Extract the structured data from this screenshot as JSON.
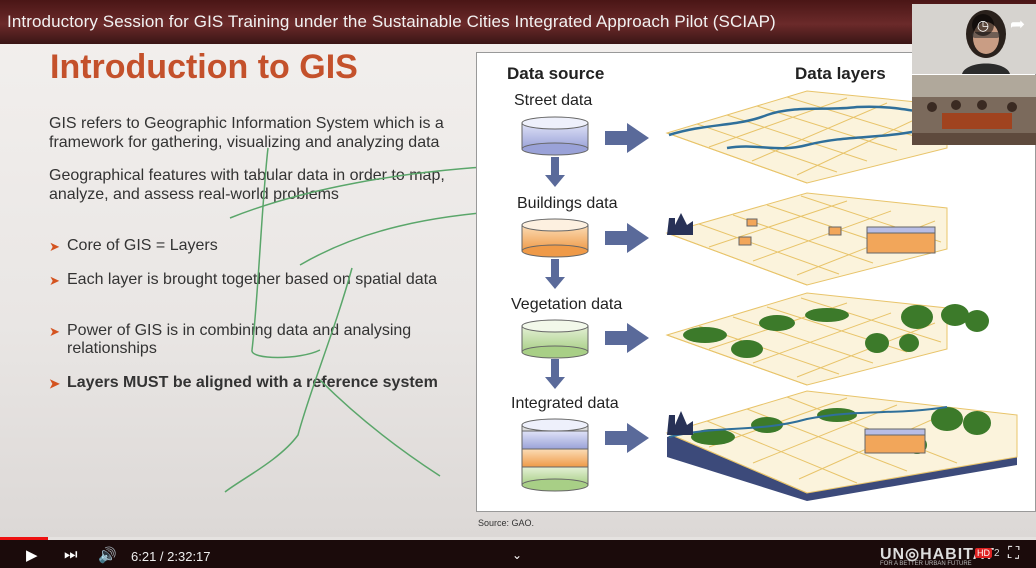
{
  "video": {
    "title": "Introductory Session for GIS Training under the Sustainable Cities Integrated Approach Pilot (SCIAP)",
    "time": "6:21 / 2:32:17",
    "progress_fraction": 0.0461,
    "watermark": "UN◎HABITAT",
    "watermark_sub": "FOR A BETTER URBAN FUTURE",
    "hd_badge": "HD",
    "number": "2"
  },
  "slide": {
    "title": "Introduction to GIS",
    "para1": "GIS refers to Geographic Information System which is a framework for gathering, visualizing and analyzing data",
    "para2": "Geographical features with tabular data in order to map, analyze, and assess real-world problems",
    "bullets": [
      "Core of GIS = Layers",
      "Each layer is brought together based on spatial data",
      "Power of GIS is in combining data and analysing relationships",
      "Layers MUST be aligned with a reference system"
    ],
    "source": "Source: GAO."
  },
  "diagram": {
    "head_source": "Data source",
    "head_layers": "Data layers",
    "labels": [
      "Street data",
      "Buildings data",
      "Vegetation data",
      "Integrated data"
    ],
    "colors": {
      "street": "#b8bde6",
      "buildings": "#f2a65a",
      "vegetation": "#b8d69c",
      "arrow": "#5a6a9a",
      "grid": "#e8c46a",
      "tree": "#3c7a2a"
    }
  }
}
